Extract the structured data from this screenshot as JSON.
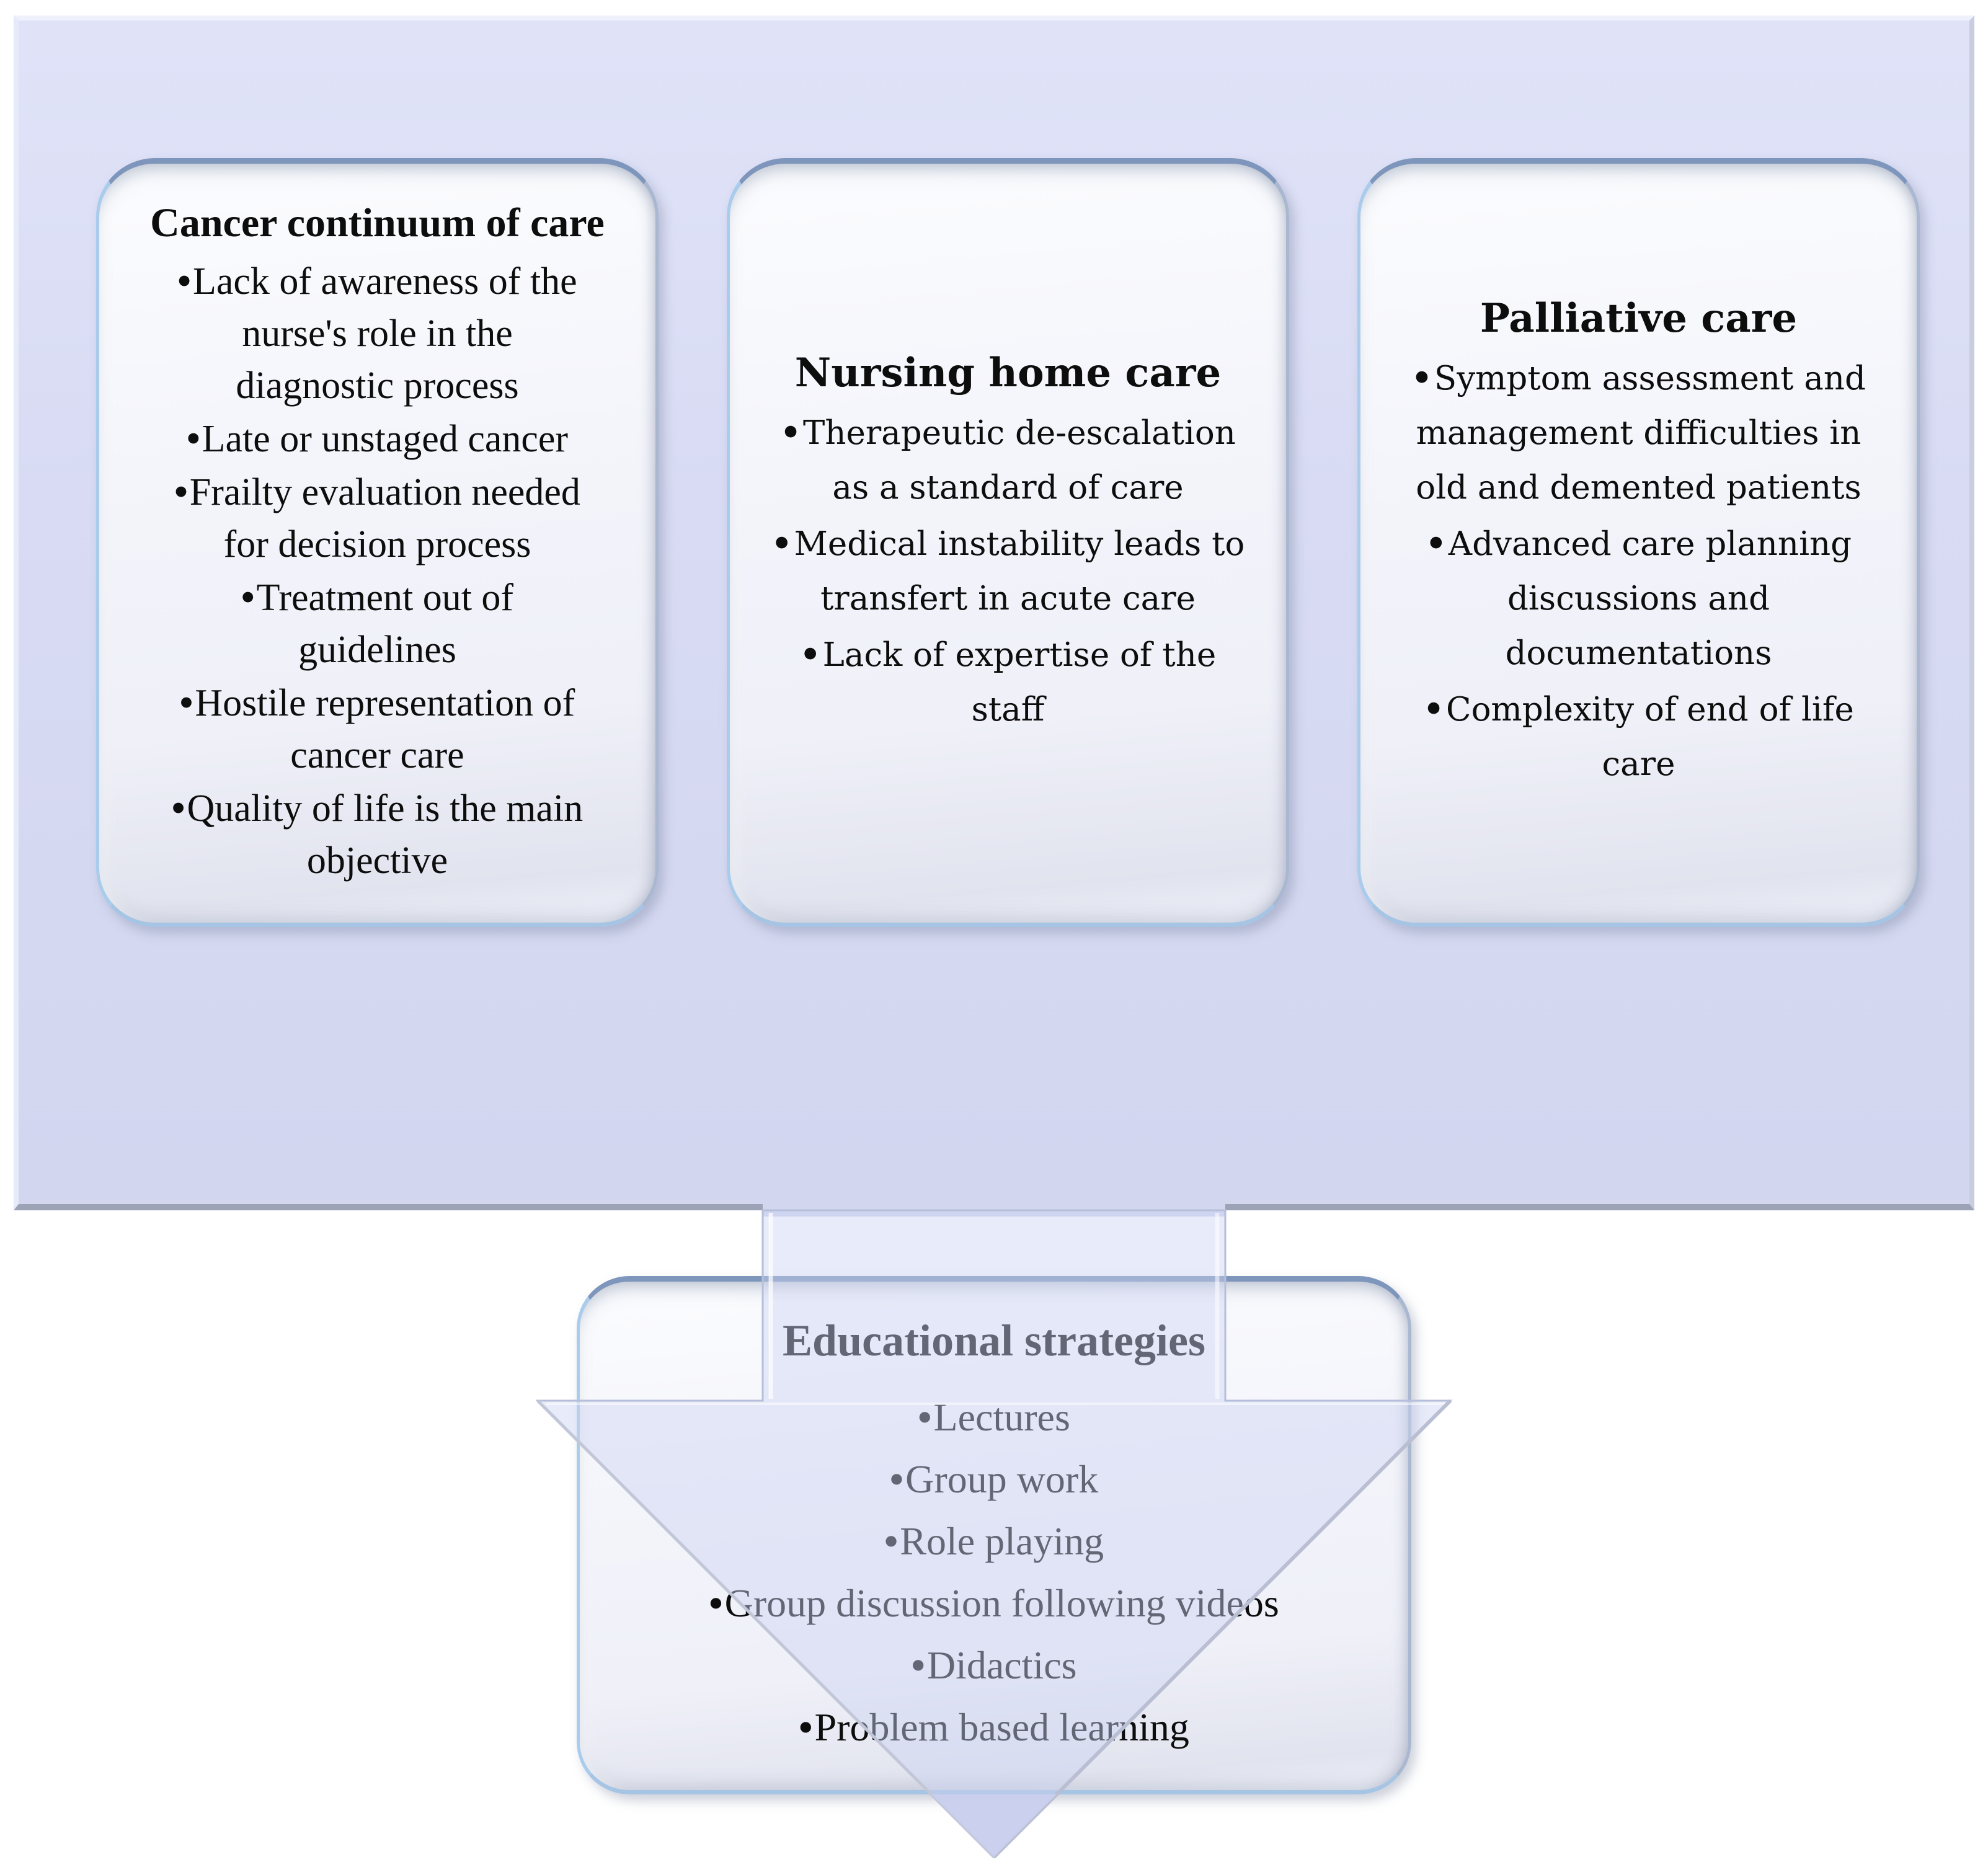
{
  "ui": {
    "bullet_char": "•"
  },
  "colors": {
    "panel_fill": "#d7dbf3",
    "panel_edge_dark": "#9ca3b6",
    "card_fill": "#f2f4fb",
    "card_border_top": "#7e96bb",
    "card_border_light": "#aaccec",
    "arrow_fill": "#cbd2f1",
    "arrow_tip_fill": "#c8cfec",
    "text": "#0d0d0d"
  },
  "boxes": [
    {
      "title": "Cancer continuum of care",
      "items": [
        "Lack of awareness of the\nnurse's role in the\ndiagnostic process",
        "Late or unstaged cancer",
        "Frailty evaluation needed\nfor decision process",
        "Treatment out of\nguidelines",
        "Hostile representation of\ncancer care",
        "Quality of life is the main\nobjective"
      ]
    },
    {
      "title": "Nursing home care",
      "items": [
        "Therapeutic de-escalation\nas a standard of care",
        "Medical instability leads to\ntransfert in acute care",
        "Lack of expertise of the\nstaff"
      ]
    },
    {
      "title": "Palliative care",
      "items": [
        "Symptom assessment and\nmanagement difficulties in\nold and demented patients",
        "Advanced care planning\ndiscussions and\ndocumentations",
        "Complexity of end of life\ncare"
      ]
    }
  ],
  "footer_box": {
    "title": "Educational strategies",
    "items": [
      "Lectures",
      "Group work",
      "Role playing",
      "Group discussion following videos",
      "Didactics",
      "Problem based learning"
    ]
  }
}
